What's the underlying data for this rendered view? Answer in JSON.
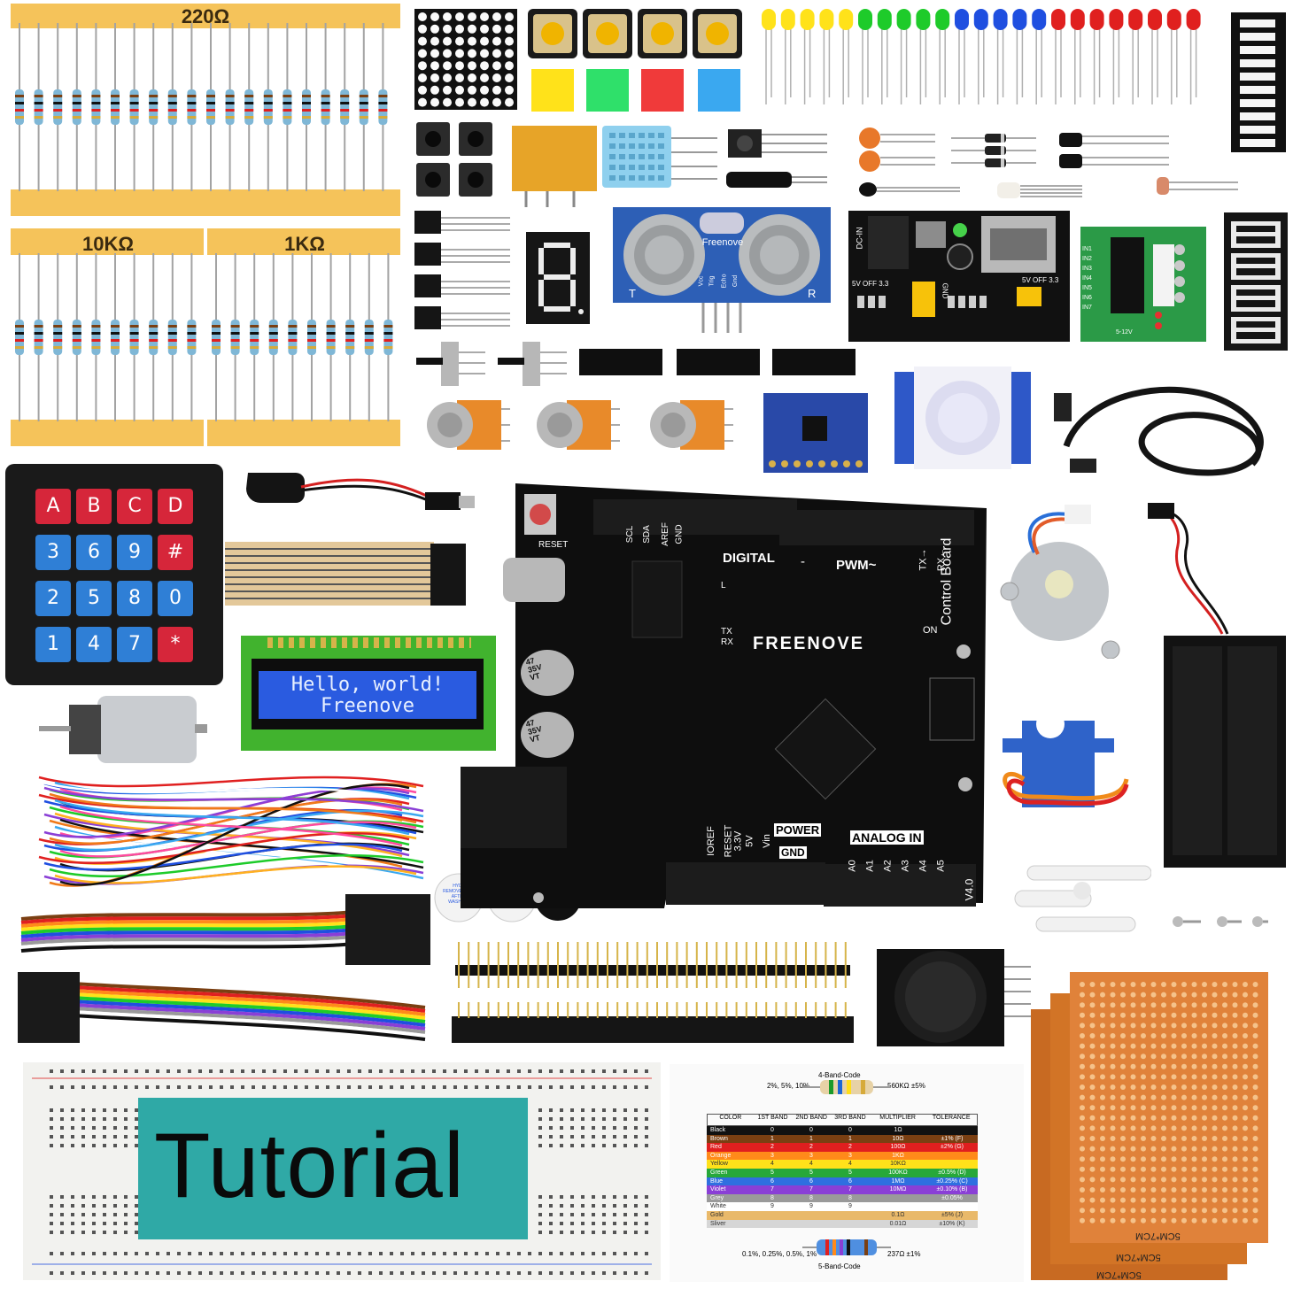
{
  "resistor_labels": {
    "r220": "220Ω",
    "r10k": "10KΩ",
    "r1k": "1KΩ"
  },
  "keypad": {
    "keys": [
      "A",
      "B",
      "C",
      "D",
      "3",
      "6",
      "9",
      "#",
      "2",
      "5",
      "8",
      "0",
      "1",
      "4",
      "7",
      "*"
    ],
    "colors": [
      "#d6263a",
      "#d6263a",
      "#d6263a",
      "#d6263a",
      "#2f7fd6",
      "#2f7fd6",
      "#2f7fd6",
      "#d6263a",
      "#2f7fd6",
      "#2f7fd6",
      "#2f7fd6",
      "#2f7fd6",
      "#2f7fd6",
      "#2f7fd6",
      "#2f7fd6",
      "#d6263a"
    ]
  },
  "lcd": {
    "line1": "Hello, world!",
    "line2": "Freenove"
  },
  "ultrasonic": {
    "brand": "Freenove",
    "left": "T",
    "right": "R",
    "pins": [
      "Vcc",
      "Trig",
      "Echo",
      "Gnd"
    ]
  },
  "board": {
    "reset": "RESET",
    "digital": "DIGITAL",
    "dash": "-",
    "pwm": "PWM~",
    "tx_arrow": "TX→",
    "rx_arrow": "RX←",
    "control_board": "Control Board",
    "brand": "FREENOVE",
    "tx": "TX",
    "rx": "RX",
    "on": "ON",
    "led_l": "L",
    "power": "POWER",
    "gnd": "GND",
    "analog_in": "ANALOG IN",
    "version": "V4.0",
    "power_pins": [
      "IOREF",
      "RESET",
      "3.3V",
      "5V",
      "Vin"
    ],
    "analog_pins": [
      "A0",
      "A1",
      "A2",
      "A3",
      "A4",
      "A5"
    ],
    "top_pins": [
      "SCL",
      "SDA",
      "AREF",
      "GND"
    ],
    "cap1": [
      "47",
      "35V",
      "VT"
    ],
    "cap2": [
      "47",
      "35V",
      "VT"
    ]
  },
  "power_module": {
    "dc": "DC-IN",
    "left_sel": "5V OFF 3.3",
    "right_sel": "5V OFF 3.3",
    "gnd": "GND"
  },
  "stepper_driver": {
    "pins": [
      "IN1",
      "IN2",
      "IN3",
      "IN4",
      "IN5",
      "IN6",
      "IN7"
    ],
    "supply": "5-12V"
  },
  "buzzer": {
    "text": "HYDZ REMOVE SEAL AFTER WASHING"
  },
  "tutorial": {
    "title": "Tutorial"
  },
  "color_code": {
    "title_4": "4-Band-Code",
    "title_5": "5-Band-Code",
    "tol_4": "2%, 5%, 10%",
    "example_4": "560KΩ ±5%",
    "tol_5": "0.1%, 0.25%, 0.5%, 1%",
    "example_5": "237Ω ±1%",
    "headers": [
      "COLOR",
      "1ST BAND",
      "2ND BAND",
      "3RD BAND",
      "MULTIPLIER",
      "TOLERANCE"
    ],
    "rows": [
      {
        "name": "Black",
        "b1": "0",
        "b2": "0",
        "b3": "0",
        "mult": "1Ω",
        "tol": "",
        "color": "#111111",
        "text": "#ffffff"
      },
      {
        "name": "Brown",
        "b1": "1",
        "b2": "1",
        "b3": "1",
        "mult": "10Ω",
        "tol": "±1%   (F)",
        "color": "#7a3f12",
        "text": "#ffffff"
      },
      {
        "name": "Red",
        "b1": "2",
        "b2": "2",
        "b3": "2",
        "mult": "100Ω",
        "tol": "±2%   (G)",
        "color": "#e01f1f",
        "text": "#ffffff"
      },
      {
        "name": "Orange",
        "b1": "3",
        "b2": "3",
        "b3": "3",
        "mult": "1KΩ",
        "tol": "",
        "color": "#ff8a1a",
        "text": "#ffffff"
      },
      {
        "name": "Yellow",
        "b1": "4",
        "b2": "4",
        "b3": "4",
        "mult": "10KΩ",
        "tol": "",
        "color": "#ffe11a",
        "text": "#333333"
      },
      {
        "name": "Green",
        "b1": "5",
        "b2": "5",
        "b3": "5",
        "mult": "100KΩ",
        "tol": "±0.5%  (D)",
        "color": "#27a83a",
        "text": "#ffffff"
      },
      {
        "name": "Blue",
        "b1": "6",
        "b2": "6",
        "b3": "6",
        "mult": "1MΩ",
        "tol": "±0.25% (C)",
        "color": "#2f6fe0",
        "text": "#ffffff"
      },
      {
        "name": "Violet",
        "b1": "7",
        "b2": "7",
        "b3": "7",
        "mult": "10MΩ",
        "tol": "±0.10% (B)",
        "color": "#8a3fd6",
        "text": "#ffffff"
      },
      {
        "name": "Grey",
        "b1": "8",
        "b2": "8",
        "b3": "8",
        "mult": "",
        "tol": "±0.05%",
        "color": "#9a9a9a",
        "text": "#ffffff"
      },
      {
        "name": "White",
        "b1": "9",
        "b2": "9",
        "b3": "9",
        "mult": "",
        "tol": "",
        "color": "#ffffff",
        "text": "#333333"
      },
      {
        "name": "Gold",
        "b1": "",
        "b2": "",
        "b3": "",
        "mult": "0.1Ω",
        "tol": "±5%   (J)",
        "color": "#e9b96a",
        "text": "#333333"
      },
      {
        "name": "Sliver",
        "b1": "",
        "b2": "",
        "b3": "",
        "mult": "0.01Ω",
        "tol": "±10%  (K)",
        "color": "#d6d6d6",
        "text": "#333333"
      }
    ]
  },
  "perfboard": {
    "label": "5CM*7CM"
  },
  "colors": {
    "tape": "#f5c35a",
    "pcb": "#0e0e0e",
    "breadboard": "#f4f4f2",
    "tutorial_bg": "#2fa9a6",
    "perf": "#d9772a"
  }
}
